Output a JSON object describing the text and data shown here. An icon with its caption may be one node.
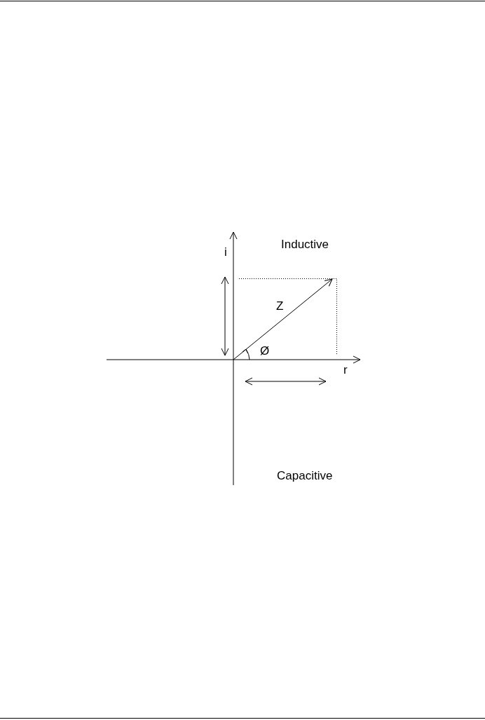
{
  "diagram": {
    "labels": [
      "i",
      "Inductive",
      "Z",
      "Ø",
      "r",
      "Capacitive"
    ]
  }
}
